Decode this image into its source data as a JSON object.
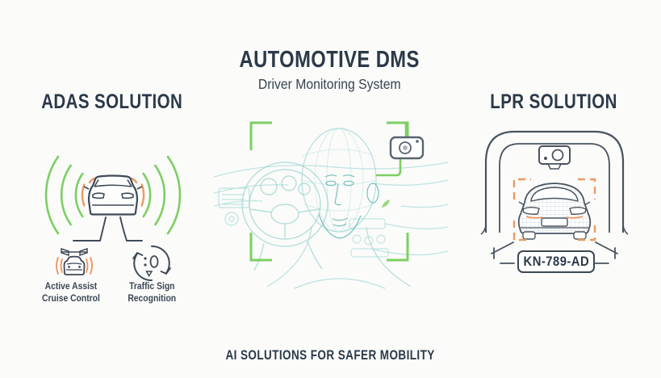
{
  "colors": {
    "heading": "#2b3948",
    "accent_green": "#7ccf63",
    "accent_orange": "#ec9964",
    "wireframe_teal": "#8fd1cd",
    "outline_gray": "#3f4a56",
    "background": "#fbfbfa"
  },
  "sections": {
    "adas": {
      "title": "ADAS SOLUTION",
      "features": [
        {
          "line1": "Active Assist",
          "line2": "Cruise Control"
        },
        {
          "line1": "Traffic Sign",
          "line2": "Recognition"
        }
      ]
    },
    "dms": {
      "title": "AUTOMOTIVE DMS",
      "subtitle": "Driver Monitoring System"
    },
    "lpr": {
      "title": "LPR SOLUTION",
      "license_plate": "KN-789-AD"
    }
  },
  "footer": {
    "text": "AI SOLUTIONS FOR SAFER MOBILITY"
  }
}
